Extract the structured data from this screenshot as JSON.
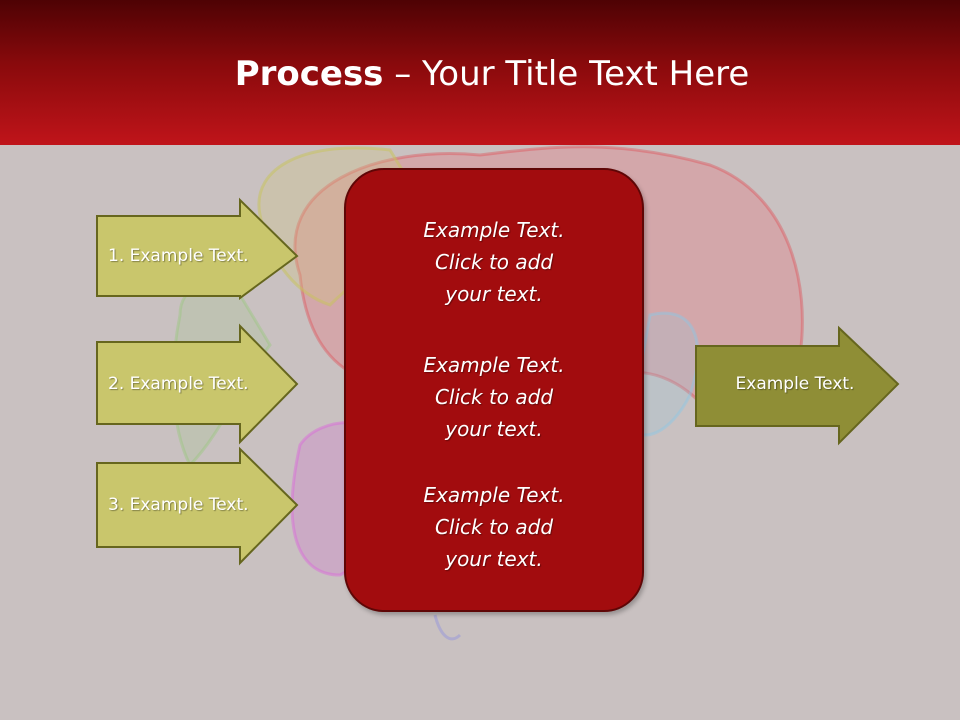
{
  "slide": {
    "title_bold": "Process",
    "title_rest": " – Your Title Text Here"
  },
  "arrows_left": [
    {
      "label": "1. Example Text."
    },
    {
      "label": "2. Example Text."
    },
    {
      "label": "3. Example Text."
    }
  ],
  "center_box": {
    "blocks": [
      {
        "line1": "Example Text.",
        "line2": "Click  to add",
        "line3": "your text."
      },
      {
        "line1": "Example Text.",
        "line2": "Click  to add",
        "line3": "your text."
      },
      {
        "line1": "Example Text.",
        "line2": "Click  to add",
        "line3": "your text."
      }
    ]
  },
  "arrow_right": {
    "label": "Example Text."
  },
  "colors": {
    "header_dark": "#4e0204",
    "header_light": "#c0141a",
    "background": "#c9c1c1",
    "arrow_light_fill": "#c9c66c",
    "arrow_dark_fill": "#8f8e36",
    "arrow_border": "#66661e",
    "center_box_fill": "#a20c0e"
  }
}
